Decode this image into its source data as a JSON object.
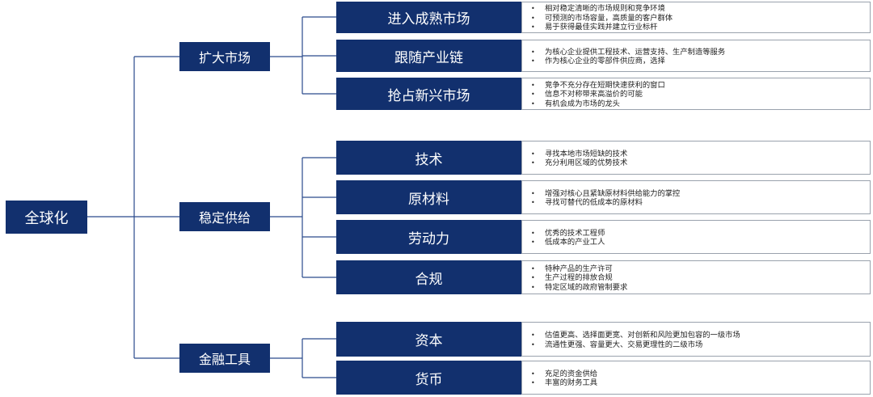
{
  "diagram": {
    "root": "全球化",
    "categories": [
      {
        "label": "扩大市场",
        "items": [
          {
            "label": "进入成熟市场",
            "bullets": [
              "相对稳定清晰的市场规则和竞争环境",
              "可预测的市场容量，高质量的客户群体",
              "易于获得最佳实践并建立行业标杆"
            ]
          },
          {
            "label": "跟随产业链",
            "bullets": [
              "为核心企业提供工程技术、运营支持、生产制造等服务",
              "作为核心企业的零部件供应商，选择"
            ]
          },
          {
            "label": "抢占新兴市场",
            "bullets": [
              "竞争不充分存在短期快速获利的窗口",
              "信息不对称带来高溢价的可能",
              "有机会成为市场的龙头"
            ]
          }
        ]
      },
      {
        "label": "稳定供给",
        "items": [
          {
            "label": "技术",
            "bullets": [
              "寻找本地市场短缺的技术",
              "充分利用区域的优势技术"
            ]
          },
          {
            "label": "原材料",
            "bullets": [
              "增强对核心且紧缺原材料供给能力的掌控",
              "寻找可替代的低成本的原材料"
            ]
          },
          {
            "label": "劳动力",
            "bullets": [
              "优秀的技术工程师",
              "低成本的产业工人"
            ]
          },
          {
            "label": "合规",
            "bullets": [
              "特种产品的生产许可",
              "生产过程的排放合规",
              "特定区域的政府管制要求"
            ]
          }
        ]
      },
      {
        "label": "金融工具",
        "items": [
          {
            "label": "资本",
            "bullets": [
              "估值更高、选择面更宽、对创新和风险更加包容的一级市场",
              "流通性更强、容量更大、交易更理性的二级市场"
            ]
          },
          {
            "label": "货币",
            "bullets": [
              "充足的资金供给",
              "丰富的财务工具"
            ]
          }
        ]
      }
    ]
  },
  "colors": {
    "box": "#12306e",
    "line": "#2a4a8c",
    "border": "#9aa2ad"
  }
}
